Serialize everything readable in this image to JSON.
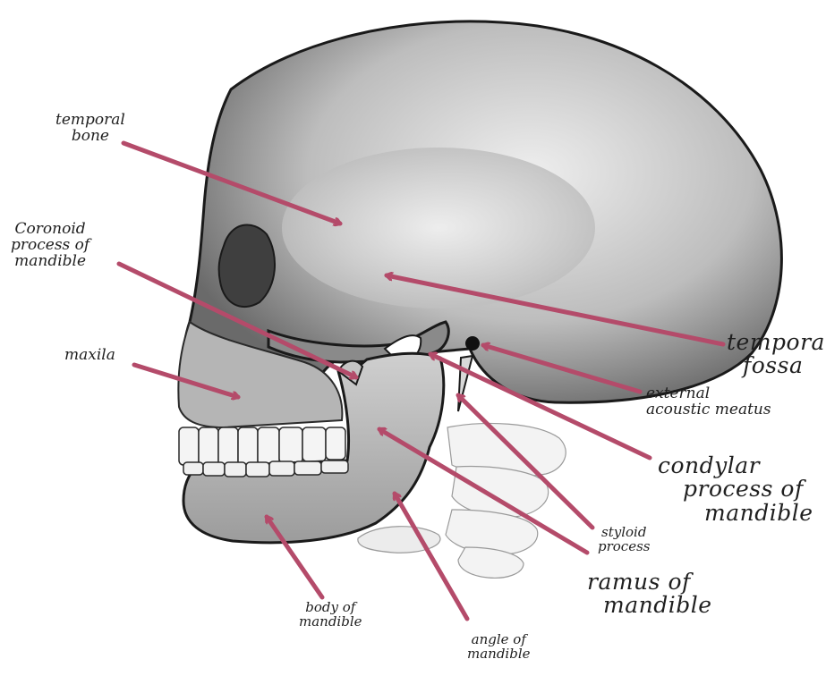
{
  "colors": {
    "arrow": "#b44b6a",
    "outline": "#1a1a1a",
    "bone": "#d6d6d6",
    "background": "#ffffff"
  },
  "labels": {
    "temporal_bone": [
      "temporal",
      "bone"
    ],
    "coronoid_process": [
      "Coronoid",
      "process of",
      "mandible"
    ],
    "maxila": "maxila",
    "temporal_fossa": [
      "temporal",
      "fossa"
    ],
    "external_acoustic_meatus": [
      "external",
      "acoustic meatus"
    ],
    "condylar_process": [
      "condylar",
      "process of",
      "mandible"
    ],
    "styloid_process": [
      "styloid",
      "process"
    ],
    "ramus_of_mandible": [
      "ramus of",
      "mandible"
    ],
    "body_of_mandible": [
      "body of",
      "mandible"
    ],
    "angle_of_mandible": [
      "angle of",
      "mandible"
    ]
  }
}
